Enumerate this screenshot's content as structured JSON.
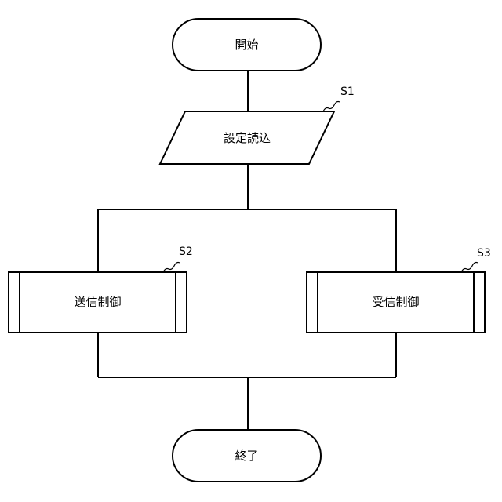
{
  "flowchart": {
    "start": "開始",
    "read_settings": "設定読込",
    "send_control": "送信制御",
    "receive_control": "受信制御",
    "end": "終了",
    "step_labels": {
      "s1": "S1",
      "s2": "S2",
      "s3": "S3"
    }
  },
  "colors": {
    "stroke": "#000000",
    "fill": "#ffffff"
  }
}
